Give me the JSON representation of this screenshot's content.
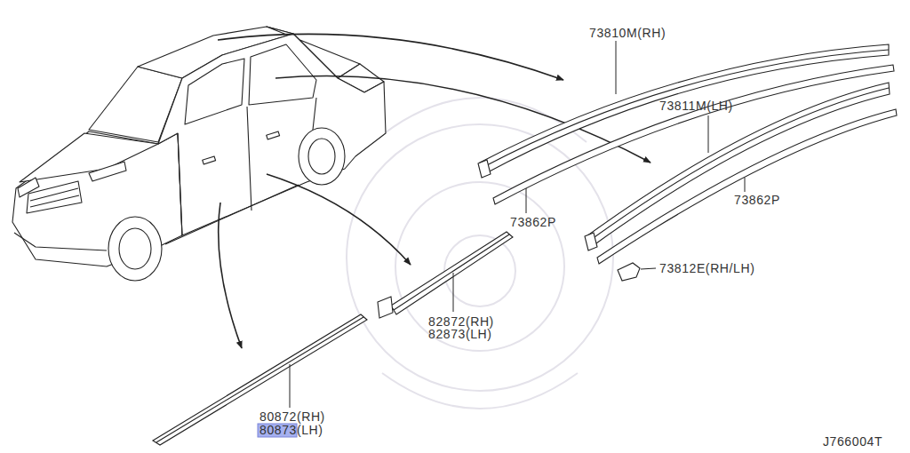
{
  "diagram": {
    "labels": [
      "73810M(RH)",
      "73862P",
      "73811M(LH)",
      "73862P",
      "73812E(RH/LH)",
      "82872(RH)",
      "82873(LH)",
      "80872(RH)",
      "80873(LH)",
      "J766004T"
    ]
  }
}
